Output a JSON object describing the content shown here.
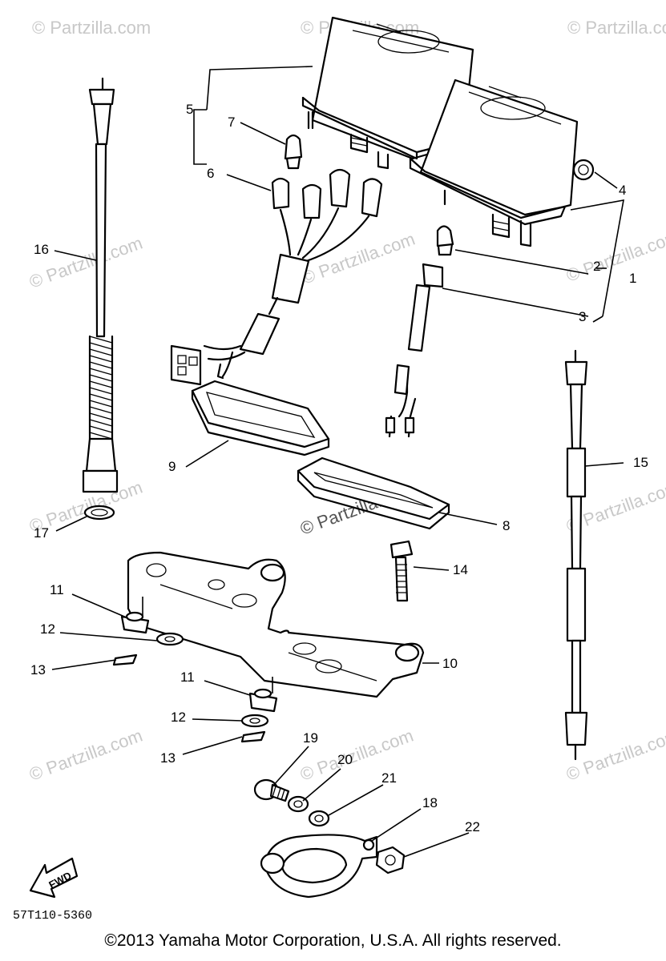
{
  "callouts": [
    {
      "id": "c1",
      "text": "1"
    },
    {
      "id": "c2",
      "text": "2"
    },
    {
      "id": "c3",
      "text": "3"
    },
    {
      "id": "c4",
      "text": "4"
    },
    {
      "id": "c5",
      "text": "5"
    },
    {
      "id": "c6",
      "text": "6"
    },
    {
      "id": "c7",
      "text": "7"
    },
    {
      "id": "c8",
      "text": "8"
    },
    {
      "id": "c9",
      "text": "9"
    },
    {
      "id": "c10",
      "text": "10"
    },
    {
      "id": "c11a",
      "text": "11"
    },
    {
      "id": "c11b",
      "text": "11"
    },
    {
      "id": "c12a",
      "text": "12"
    },
    {
      "id": "c12b",
      "text": "12"
    },
    {
      "id": "c13a",
      "text": "13"
    },
    {
      "id": "c13b",
      "text": "13"
    },
    {
      "id": "c14",
      "text": "14"
    },
    {
      "id": "c15",
      "text": "15"
    },
    {
      "id": "c16",
      "text": "16"
    },
    {
      "id": "c17",
      "text": "17"
    },
    {
      "id": "c18",
      "text": "18"
    },
    {
      "id": "c19",
      "text": "19"
    },
    {
      "id": "c20",
      "text": "20"
    },
    {
      "id": "c21",
      "text": "21"
    },
    {
      "id": "c22",
      "text": "22"
    }
  ],
  "watermark": "© Partzilla.com",
  "fwd_label": "FWD",
  "diagram_code": "57T110-5360",
  "copyright": "©2013  Yamaha Motor Corporation, U.S.A. All rights reserved."
}
